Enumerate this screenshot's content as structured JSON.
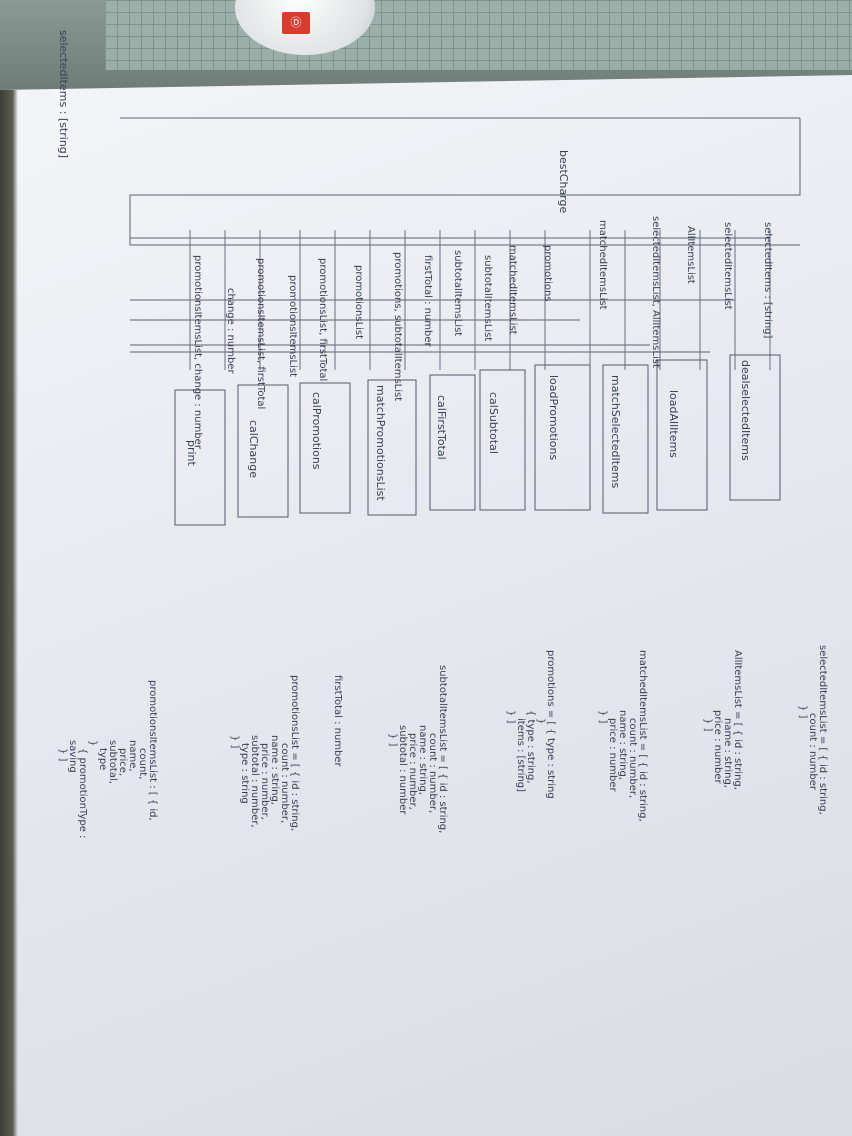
{
  "scene": {
    "logo_text": "Ⓓ",
    "lifelines": {
      "actor": "selectedItems : [string]",
      "box_label": "bestCharge"
    },
    "boxes": [
      {
        "label": "dealselectedItems"
      },
      {
        "label": "loadAllItems"
      },
      {
        "label": "matchSelectedItems"
      },
      {
        "label": "loadPromotions"
      },
      {
        "label": "calSubtotal"
      },
      {
        "label": "calFirstTotal"
      },
      {
        "label": "matchPromotionsList"
      },
      {
        "label": "calPromotions"
      },
      {
        "label": "calChange"
      },
      {
        "label": "print"
      }
    ],
    "messages": [
      "selectedItems : [string]",
      "selectedItemsList",
      "AllItemsList",
      "selectedItemsList, AllItemsList",
      "matchedItemsList",
      "promotions",
      "matchedItemsList",
      "subtotalItemsList",
      "subtotalItemsList",
      "firstTotal : number",
      "promotions, subtotalItemsList",
      "promotionsList",
      "promotionsList, firstTotal",
      "promotionsItemsList",
      "promotionsItemsList, firstTotal",
      "change : number",
      "promotionsItemsList, change : number"
    ],
    "notes": [
      {
        "lines": [
          "selectedItemsList = [ { id : string,",
          "count : number",
          "} ]"
        ]
      },
      {
        "lines": [
          "AllItemsList = [ { id : string,",
          "name : string,",
          "price : number",
          "} ]"
        ]
      },
      {
        "lines": [
          "matchedItemsList = [ { id : string,",
          "count : number,",
          "name : string,",
          "price : number",
          "} ]"
        ]
      },
      {
        "lines": [
          "promotions = [ { type : string",
          "}",
          "{ type : string,",
          "items : [string]",
          "} ]"
        ]
      },
      {
        "lines": [
          "subtotalItemsList = [ { id : string,",
          "count : number,",
          "name : string,",
          "price : number,",
          "subtotal : number",
          "} ]"
        ]
      },
      {
        "lines": [
          "firstTotal : number"
        ]
      },
      {
        "lines": [
          "promotionsList = [ { id : string,",
          "count : number,",
          "name : string,",
          "price : number,",
          "subtotal : number,",
          "type : string",
          "} ]"
        ]
      },
      {
        "lines": [
          "promotionsItemsList : [ { id,",
          "count,",
          "name,",
          "price,",
          "subtotal,",
          "type",
          "}",
          "{ promotionType :",
          "saving",
          "} ]"
        ]
      }
    ]
  }
}
